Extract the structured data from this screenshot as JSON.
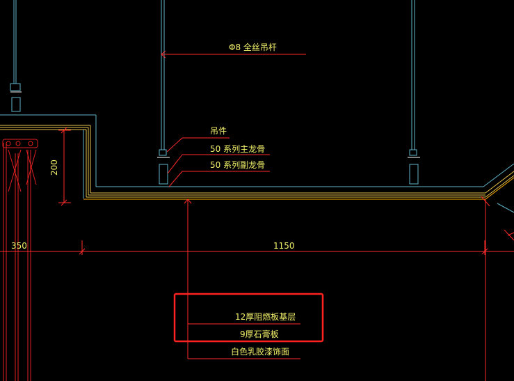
{
  "drawing": {
    "labels": {
      "hanger_rod": "Φ8 全丝吊杆",
      "hanger": "吊件",
      "main_keel": "50 系列主龙骨",
      "sub_keel": "50 系列副龙骨",
      "board_base": "12厚阻燃板基层",
      "gypsum": "9厚石膏板",
      "finish": "白色乳胶漆饰面"
    },
    "dimensions": {
      "height_200": "200",
      "width_350": "350",
      "width_1150": "1150"
    },
    "colors": {
      "background": "#000000",
      "structure": "#5fb3c8",
      "board": "#e8c24a",
      "leader": "#ff2a2a",
      "text": "#f2f06a",
      "highlight": "#ff2222"
    }
  }
}
